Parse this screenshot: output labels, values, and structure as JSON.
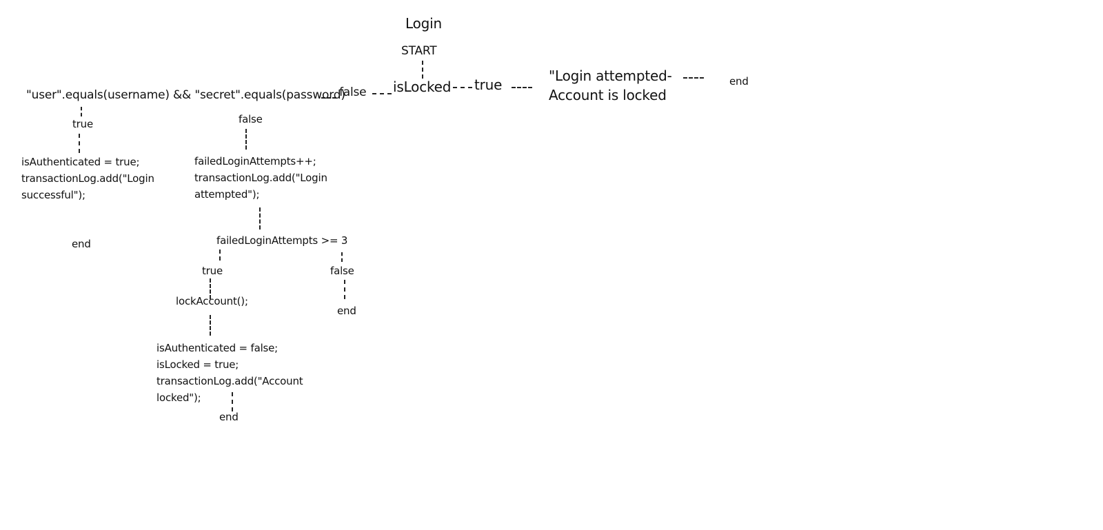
{
  "diagram": {
    "title": "Login",
    "start": "START",
    "root_condition": "isLocked",
    "root_true": "true",
    "locked_message": {
      "line1": "\"Login attempted-",
      "line2": "Account is locked"
    },
    "locked_end": "end",
    "root_false": "false",
    "credential_check": "\"user\".equals(username) && \"secret\".equals(password)",
    "cred_true": "true",
    "success_block": {
      "line1": "isAuthenticated = true;",
      "line2": "transactionLog.add(\"Login",
      "line3": "successful\");"
    },
    "success_end": "end",
    "cred_false": "false",
    "fail_block": {
      "line1": "failedLoginAttempts++;",
      "line2": "transactionLog.add(\"Login",
      "line3": "attempted\");"
    },
    "attempts_condition": "failedLoginAttempts >= 3",
    "attempts_true": "true",
    "lock_call": "lockAccount();",
    "attempts_false": "false",
    "attempts_false_end": "end",
    "lock_block": {
      "line1": "isAuthenticated = false;",
      "line2": "isLocked = true;",
      "line3": "transactionLog.add(\"Account",
      "line4": "locked\");"
    },
    "lock_end": "end"
  }
}
